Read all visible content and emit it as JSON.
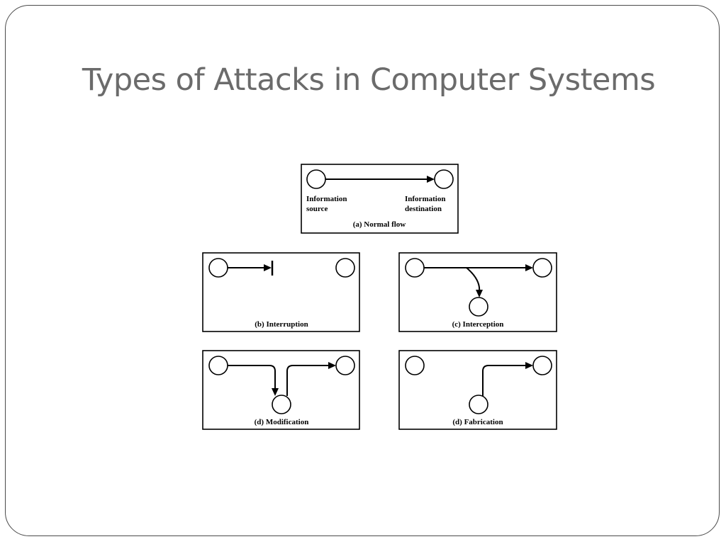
{
  "slide": {
    "title": "Types of Attacks in Computer Systems"
  },
  "diagram": {
    "panels": {
      "normal": {
        "source_label_line1": "Information",
        "source_label_line2": "source",
        "dest_label_line1": "Information",
        "dest_label_line2": "destination",
        "caption": "(a) Normal flow"
      },
      "interruption": {
        "caption": "(b) Interruption"
      },
      "interception": {
        "caption": "(c) Interception"
      },
      "modification": {
        "caption": "(d) Modification"
      },
      "fabrication": {
        "caption": "(d) Fabrication"
      }
    }
  }
}
